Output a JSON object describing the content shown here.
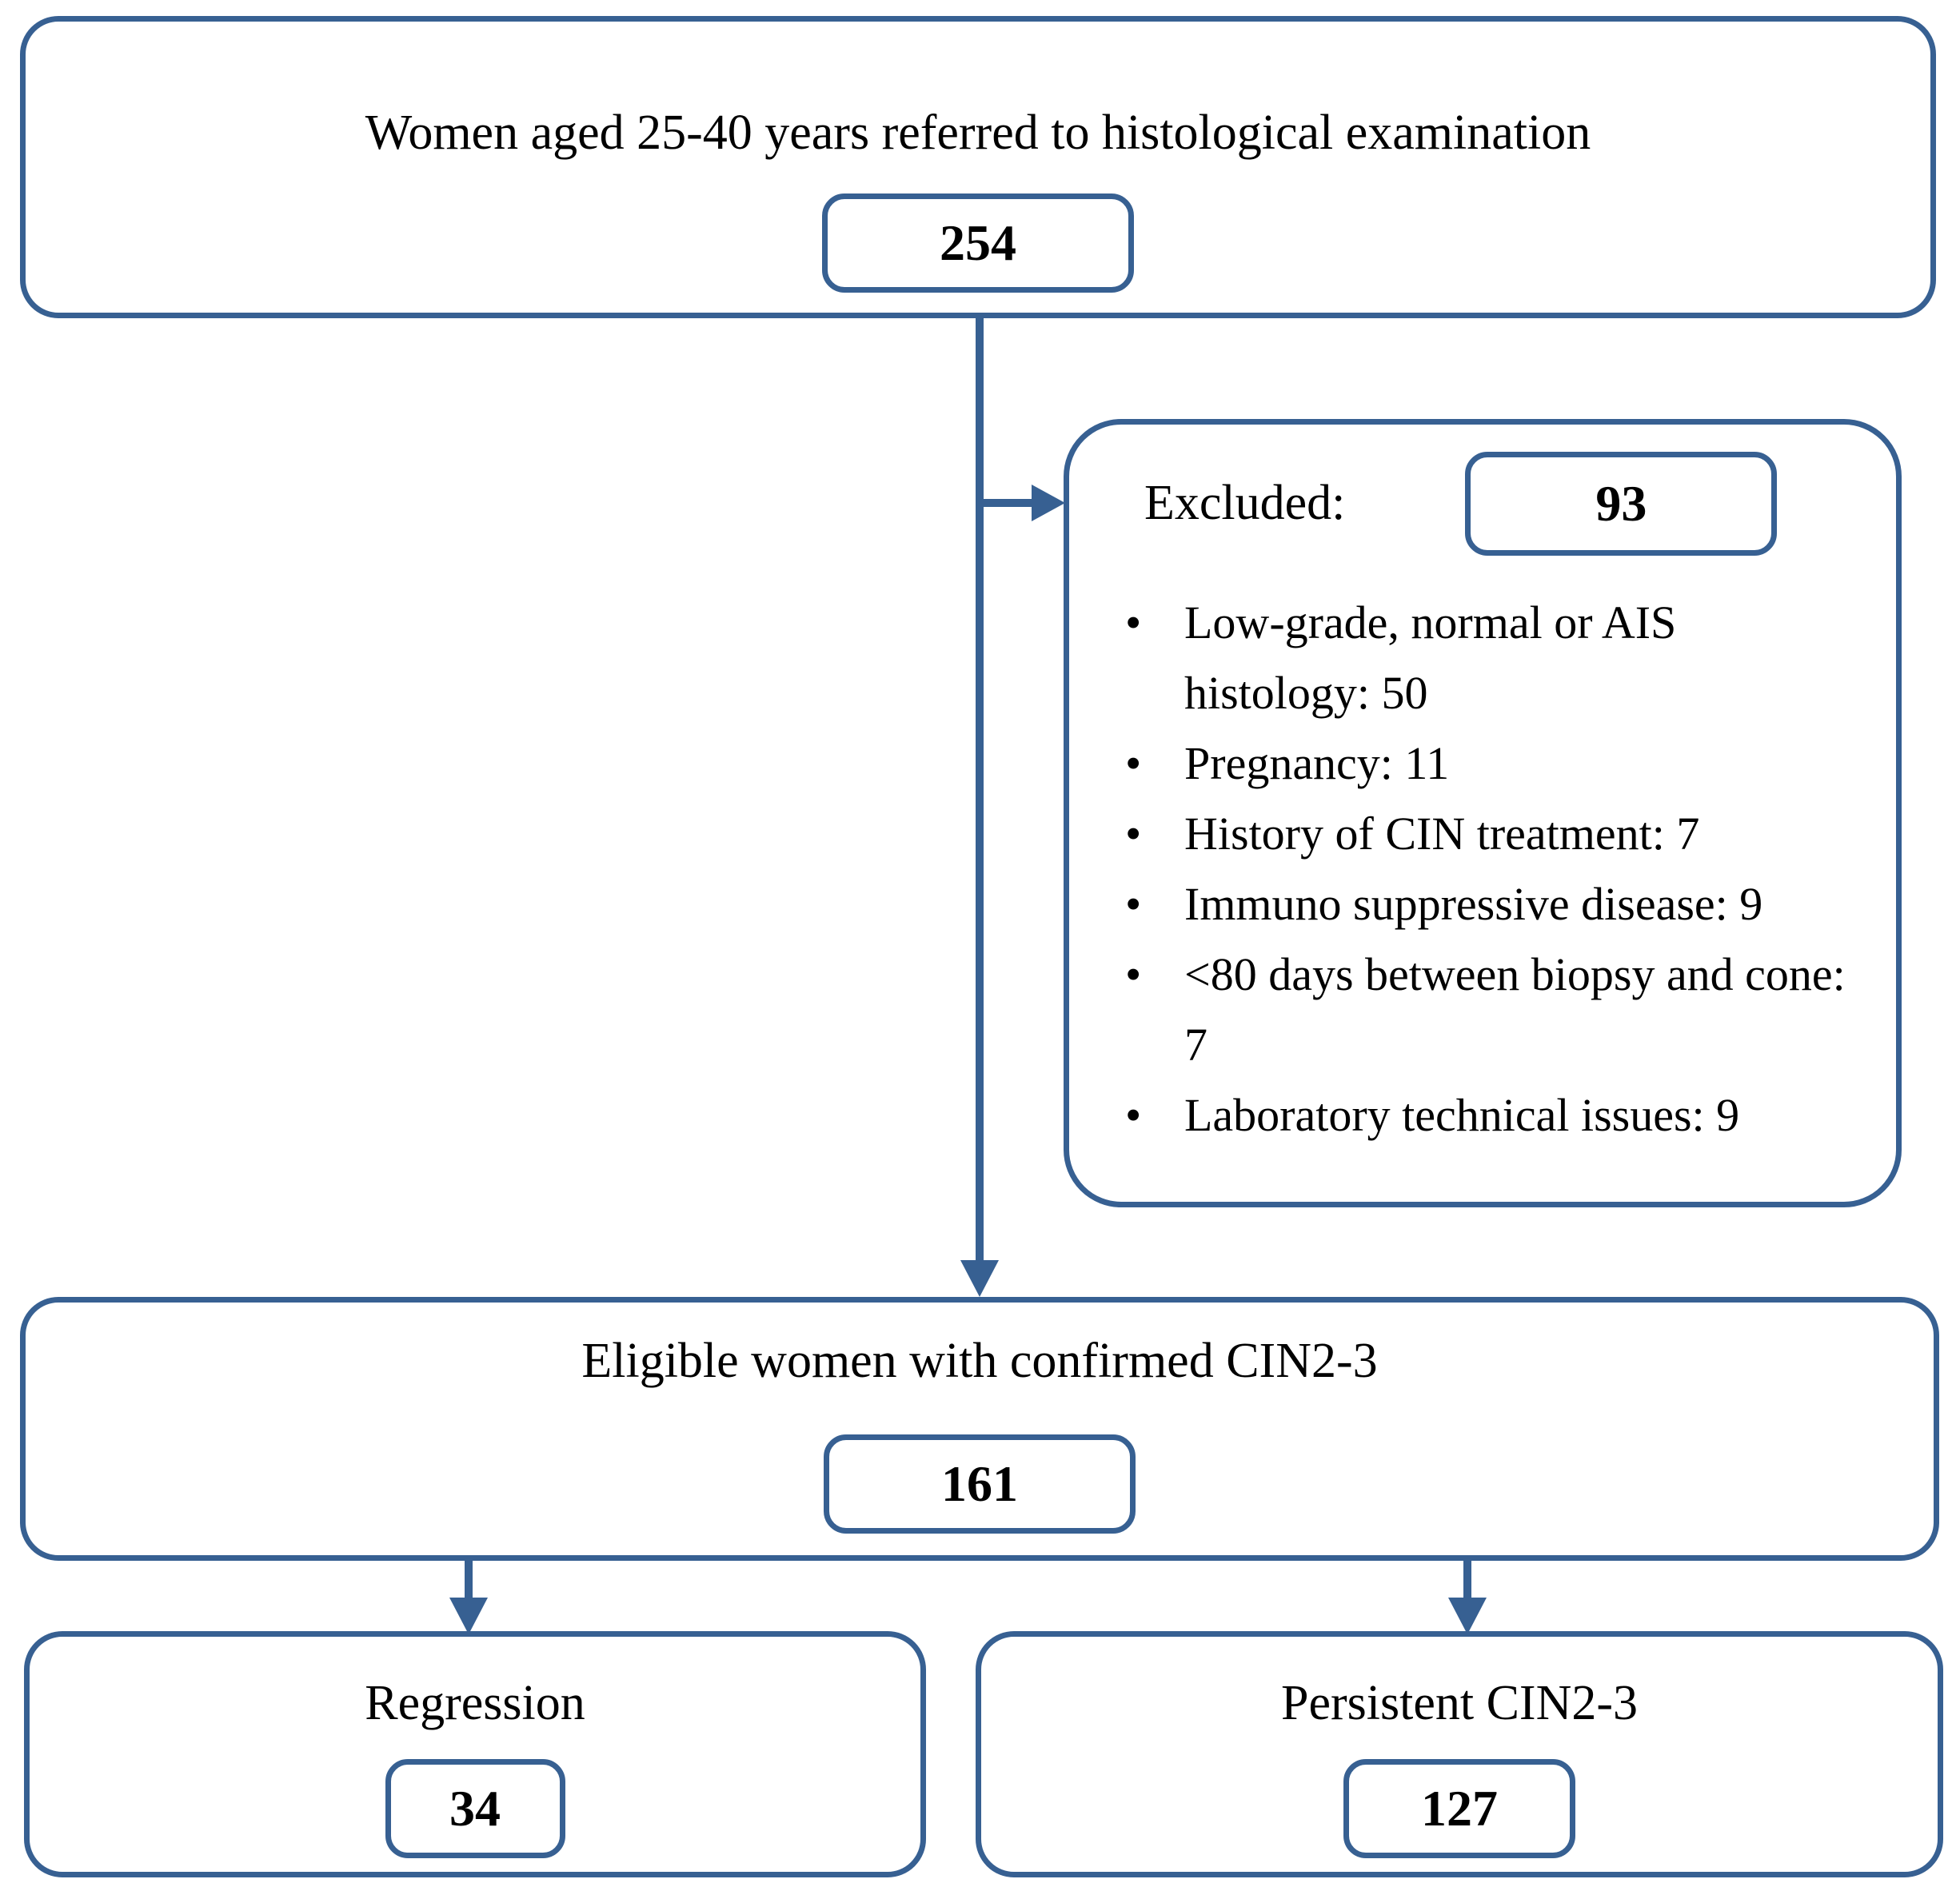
{
  "colors": {
    "accent": "#376092",
    "text": "#000000",
    "background": "#ffffff"
  },
  "flow": {
    "top": {
      "label": "Women aged 25-40 years referred to histological examination",
      "count": "254"
    },
    "excluded": {
      "label": "Excluded:",
      "count": "93",
      "items": [
        "Low-grade, normal or AIS histology: 50",
        "Pregnancy: 11",
        "History of CIN treatment: 7",
        "Immuno suppressive disease: 9",
        "<80 days between biopsy and cone: 7",
        "Laboratory technical issues: 9"
      ]
    },
    "eligible": {
      "label": "Eligible women with confirmed CIN2-3",
      "count": "161"
    },
    "regression": {
      "label": "Regression",
      "count": "34"
    },
    "persistent": {
      "label": "Persistent CIN2-3",
      "count": "127"
    }
  }
}
